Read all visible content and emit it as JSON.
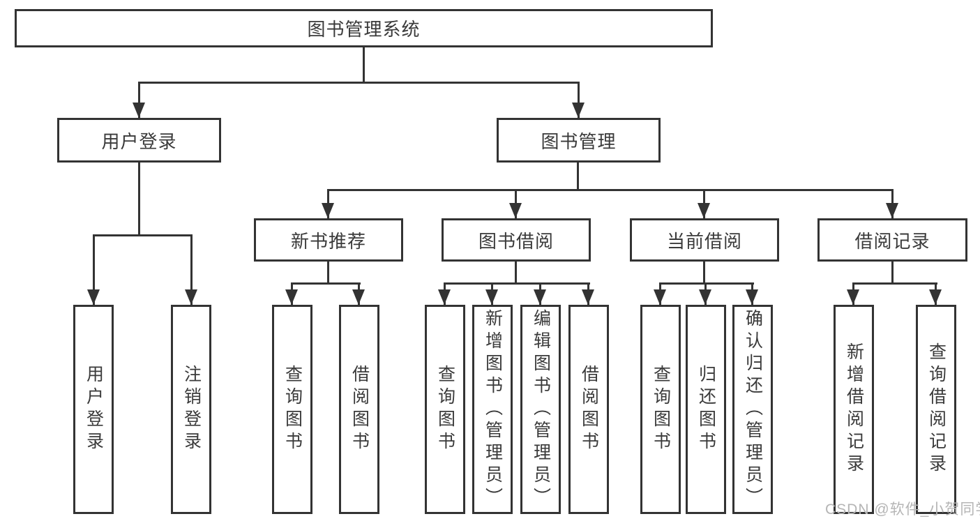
{
  "diagram_type": "hierarchy-tree",
  "colors": {
    "line": "#333333",
    "text": "#3a3a3a",
    "background": "#ffffff",
    "watermark": "#b5b5b5"
  },
  "watermark": {
    "text": "CSDN @软件_小贺同学"
  },
  "tree": {
    "label": "图书管理系统",
    "children": [
      {
        "label": "用户登录",
        "children": [
          {
            "label": "用户登录"
          },
          {
            "label": "注销登录"
          }
        ]
      },
      {
        "label": "图书管理",
        "children": [
          {
            "label": "新书推荐",
            "children": [
              {
                "label": "查询图书"
              },
              {
                "label": "借阅图书"
              }
            ]
          },
          {
            "label": "图书借阅",
            "children": [
              {
                "label": "查询图书"
              },
              {
                "label": "新增图书（管理员）"
              },
              {
                "label": "编辑图书（管理员）"
              },
              {
                "label": "借阅图书"
              }
            ]
          },
          {
            "label": "当前借阅",
            "children": [
              {
                "label": "查询图书"
              },
              {
                "label": "归还图书"
              },
              {
                "label": "确认归还（管理员）"
              }
            ]
          },
          {
            "label": "借阅记录",
            "children": [
              {
                "label": "新增借阅记录"
              },
              {
                "label": "查询借阅记录"
              }
            ]
          }
        ]
      }
    ]
  }
}
